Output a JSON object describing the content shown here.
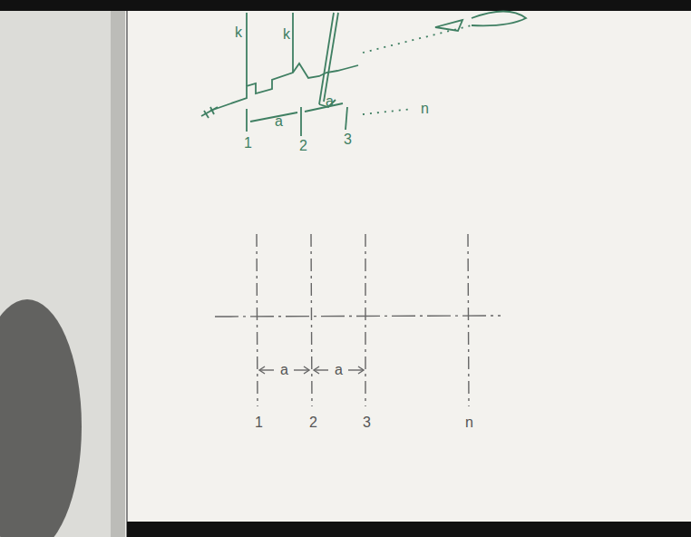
{
  "diagram": {
    "labels": [
      "k",
      "k",
      "a",
      "a",
      "1",
      "2",
      "3",
      "n",
      "a",
      "a",
      "1",
      "2",
      "3",
      "n"
    ]
  }
}
